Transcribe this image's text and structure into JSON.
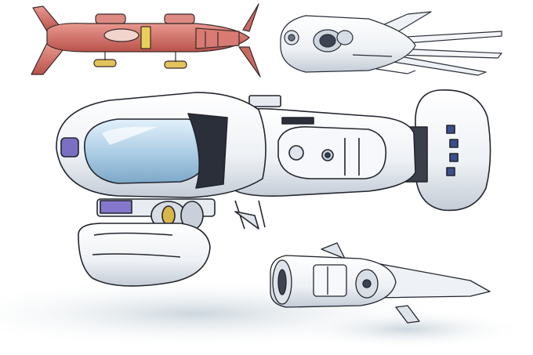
{
  "scene": {
    "colors": {
      "background": "#ffffff",
      "floor_shadow": "#d4dde3",
      "hull_white": "#f3f5f8",
      "hull_shade": "#c9d0da",
      "ink": "#2b2f3a",
      "canopy": "#9ec4e0",
      "canopy_light": "#dcedf8",
      "purple_light": "#7b6fc4",
      "gold": "#d9b64a",
      "red_hull": "#d9736a",
      "red_shade": "#b8514b",
      "yellow_stripe": "#e8cf5a"
    },
    "ships": [
      {
        "view": "red-ship-side-view"
      },
      {
        "view": "white-ship-top-view"
      },
      {
        "view": "main-ship-perspective"
      },
      {
        "view": "small-ship-side-view"
      }
    ]
  }
}
